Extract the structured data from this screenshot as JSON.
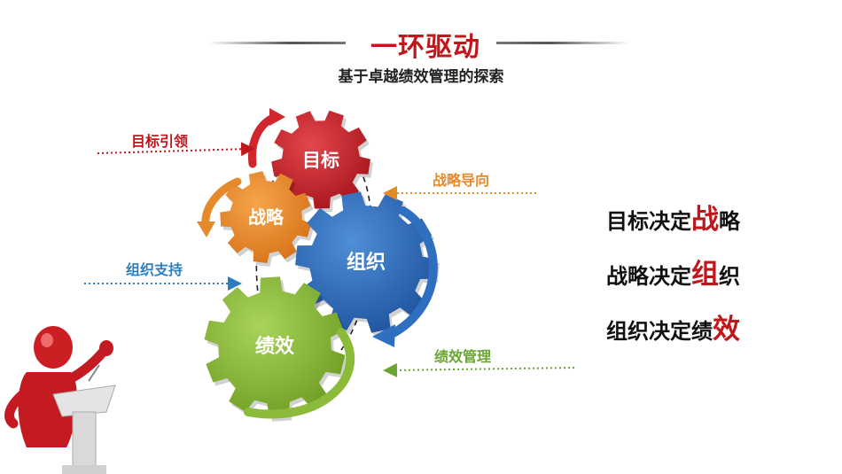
{
  "header": {
    "title": "一环驱动",
    "subtitle": "基于卓越绩效管理的探索"
  },
  "gears": {
    "target": "目标",
    "strategy": "战略",
    "organization": "组织",
    "performance": "绩效"
  },
  "arrow_labels": {
    "target_lead": "目标引领",
    "strategy_guide": "战略导向",
    "org_support": "组织支持",
    "perf_management": "绩效管理"
  },
  "statements": [
    {
      "prefix": "目标决定",
      "highlight": "战",
      "suffix": "略"
    },
    {
      "prefix": "战略决定",
      "highlight": "组",
      "suffix": "织"
    },
    {
      "prefix": "组织决定绩",
      "highlight": "效",
      "suffix": ""
    }
  ],
  "colors": {
    "title_red": "#c0171c",
    "target_gear": "#c8262f",
    "strategy_gear": "#e58a2b",
    "organization_gear": "#2f6fbf",
    "performance_gear": "#8cbb3a",
    "lead_label": "#c0171c",
    "strategy_label": "#e58a2b",
    "support_label": "#2b7fc1",
    "management_label": "#6aa532"
  }
}
